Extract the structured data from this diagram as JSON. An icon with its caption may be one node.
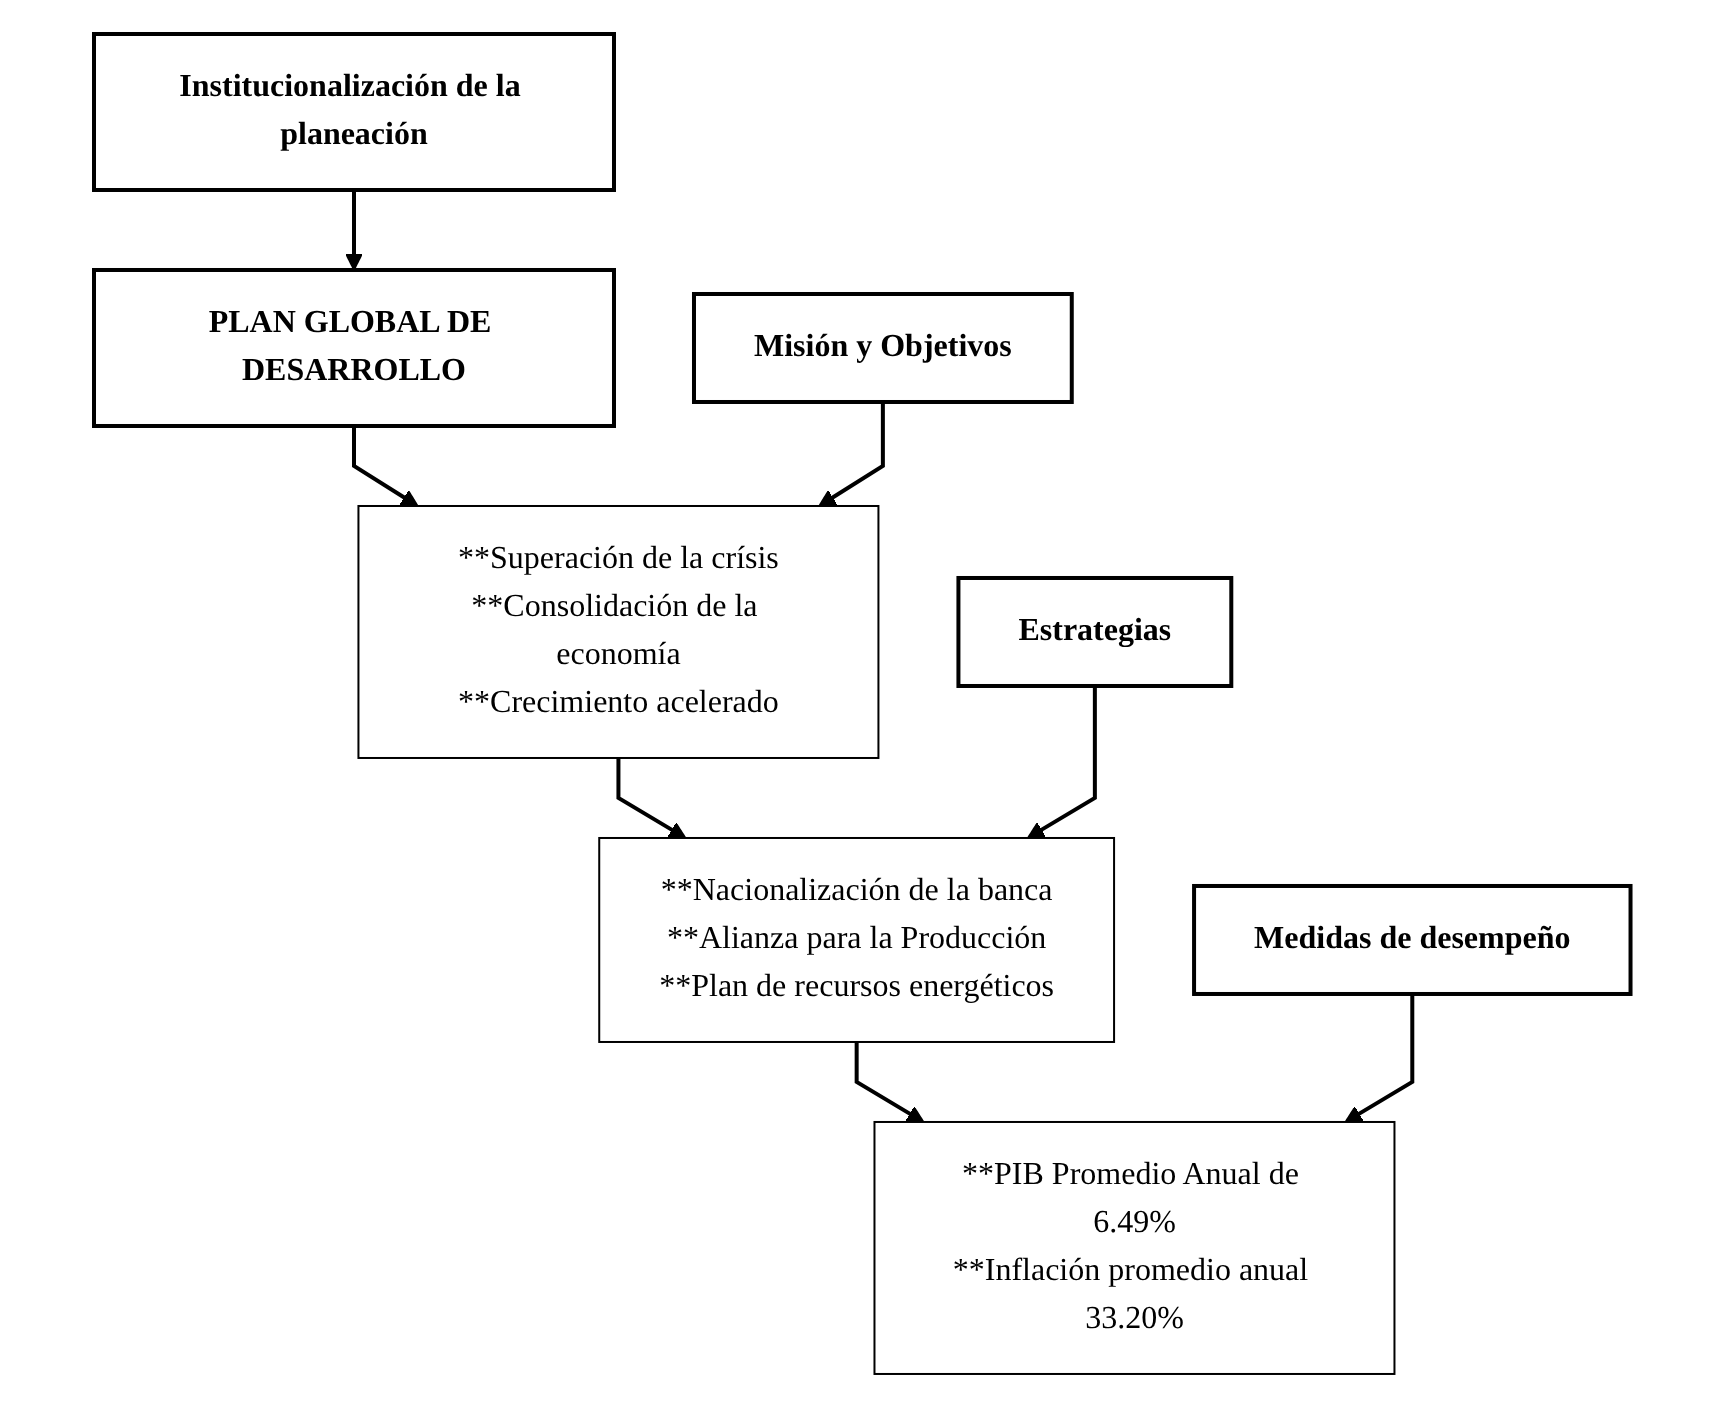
{
  "diagram": {
    "nodes": [
      {
        "text": [
          "Institucionalización de la planeación"
        ]
      },
      {
        "text": [
          "PLAN GLOBAL DE DESARROLLO"
        ]
      },
      {
        "text": [
          "Misión y Objetivos"
        ]
      },
      {
        "text": [
          "**Superación de la crísis",
          "**Consolidación de la economía",
          "**Crecimiento acelerado"
        ]
      },
      {
        "text": [
          "Estrategias"
        ]
      },
      {
        "text": [
          "**Nacionalización de la banca",
          "**Alianza para la Producción",
          "**Plan de recursos energéticos"
        ]
      },
      {
        "text": [
          "Medidas de desempeño"
        ]
      },
      {
        "text": [
          "**PIB Promedio Anual de 6.49%",
          "**Inflación promedio anual 33.20%"
        ]
      }
    ],
    "edges": [
      {
        "from": 0,
        "to": 1,
        "arrow": "to"
      },
      {
        "from": 1,
        "to": 3,
        "arrow": "to"
      },
      {
        "from": 2,
        "to": 3,
        "arrow": "to"
      },
      {
        "from": 3,
        "to": 5,
        "arrow": "to"
      },
      {
        "from": 4,
        "to": 5,
        "arrow": "to"
      },
      {
        "from": 5,
        "to": 7,
        "arrow": "to"
      },
      {
        "from": 6,
        "to": 7,
        "arrow": "to"
      }
    ]
  }
}
